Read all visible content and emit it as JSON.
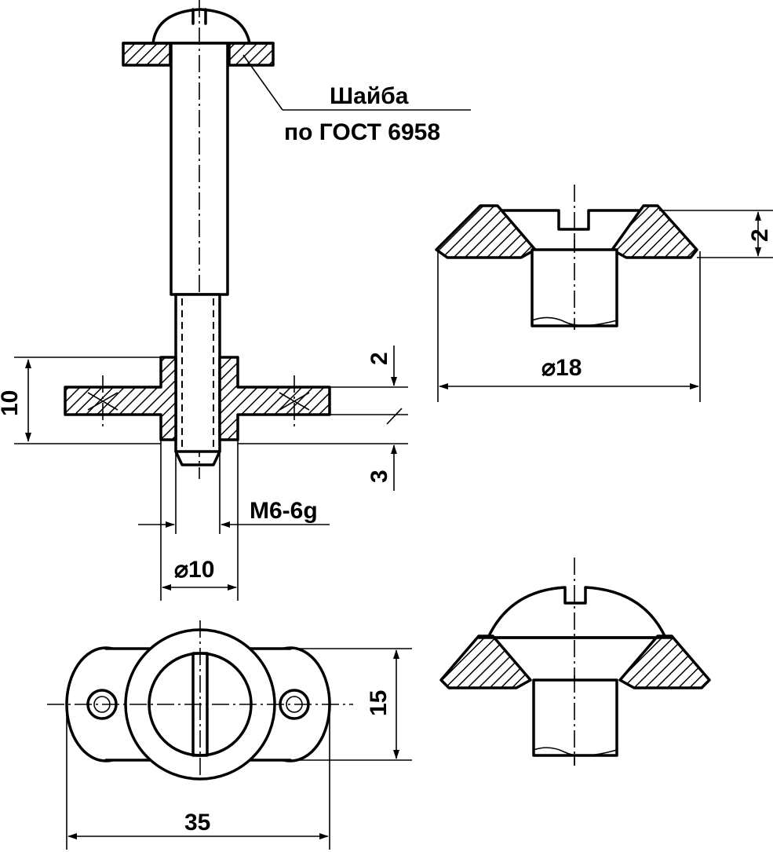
{
  "callout": {
    "line1": "Шайба",
    "line2": "по ГОСТ 6958"
  },
  "dims": {
    "height_10": "10",
    "gap_2_left": "2",
    "gap_3": "3",
    "thread": "M6-6g",
    "dia_10": "⌀10",
    "dia_18": "⌀18",
    "head_2": "2",
    "height_15": "15",
    "width_35": "35"
  },
  "colors": {
    "line": "#000000",
    "background": "#ffffff"
  }
}
